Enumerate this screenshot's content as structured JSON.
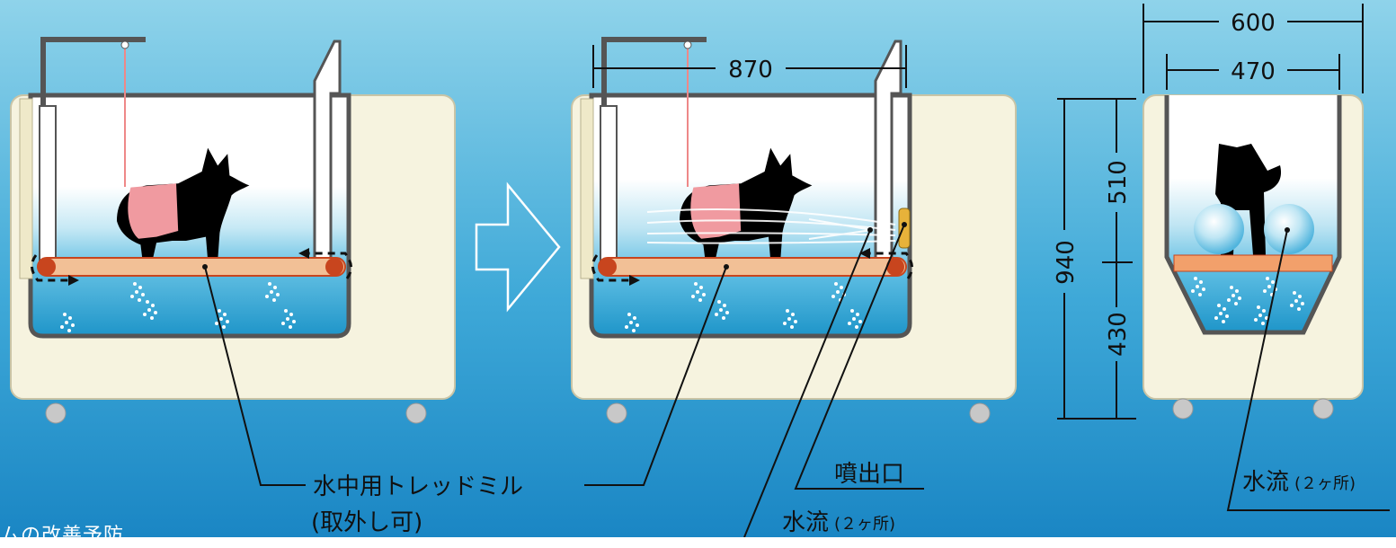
{
  "dimensions": {
    "tank_length": "870",
    "outer_width": "600",
    "inner_width": "470",
    "total_height": "940",
    "upper_height": "510",
    "lower_height": "430"
  },
  "labels": {
    "treadmill": "水中用トレッドミル",
    "treadmill_note": "(取外し可)",
    "nozzle": "噴出口",
    "water_flow": "水流",
    "water_flow_count": "(２ヶ所)",
    "water_flow_right": "水流",
    "water_flow_right_count": "(２ヶ所)",
    "cutoff_text": "ムの改善予防"
  },
  "colors": {
    "background_top": "#8fd3ea",
    "background_bottom": "#1a86c4",
    "cabinet": "#f6f3df",
    "water": "#2ea8d6",
    "belt": "#f2c096",
    "roller": "#c8451e",
    "vest": "#f09aa0",
    "frame": "#555555",
    "nozzle": "#e7b23a"
  }
}
